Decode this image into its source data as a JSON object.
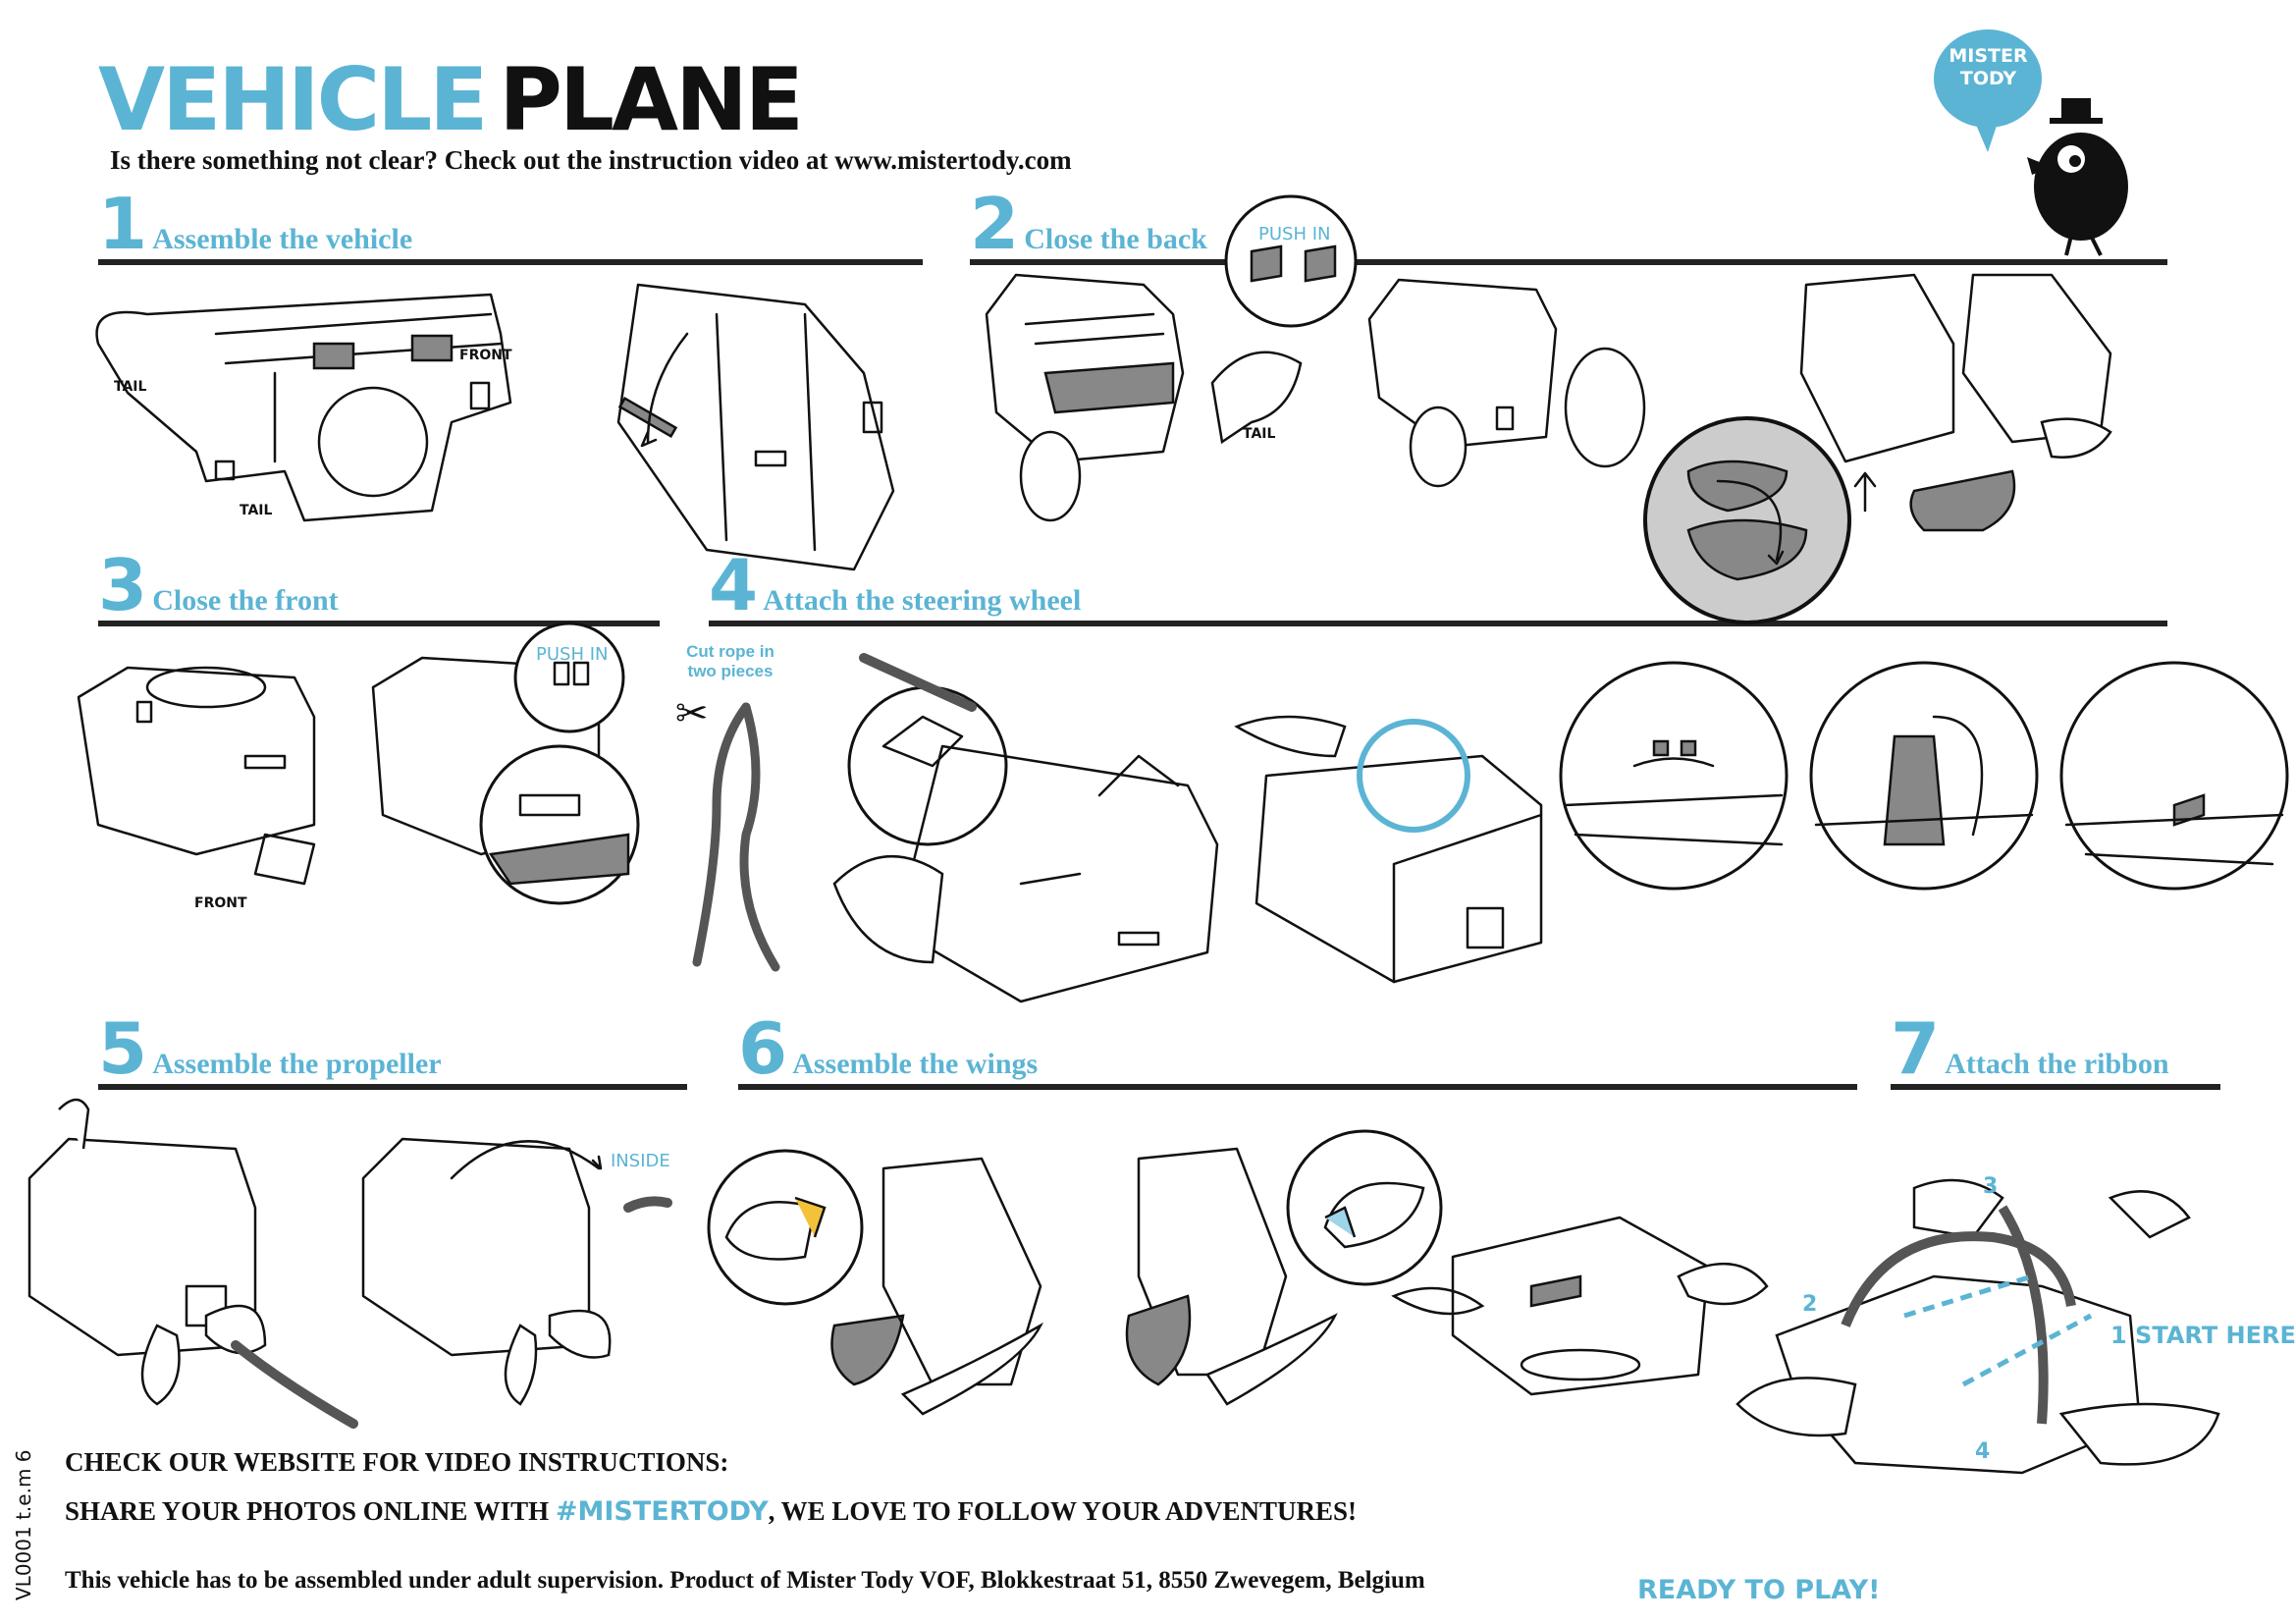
{
  "header": {
    "title_part1": "VEHICLE",
    "title_part2": "PLANE",
    "subtitle": "Is there something not clear? Check out the instruction video at www.mistertody.com"
  },
  "logo": {
    "bubble_line1": "MISTER",
    "bubble_line2": "TODY"
  },
  "steps": [
    {
      "number": "1",
      "title": "Assemble the vehicle"
    },
    {
      "number": "2",
      "title": "Close the back"
    },
    {
      "number": "3",
      "title": "Close the front"
    },
    {
      "number": "4",
      "title": "Attach the steering wheel"
    },
    {
      "number": "5",
      "title": "Assemble the propeller"
    },
    {
      "number": "6",
      "title": "Assemble the wings"
    },
    {
      "number": "7",
      "title": "Attach the ribbon"
    }
  ],
  "labels": {
    "tail": "TAIL",
    "front": "FRONT",
    "push_in": "PUSH IN",
    "cut_rope_line1": "Cut rope in",
    "cut_rope_line2": "two pieces",
    "inside": "INSIDE",
    "start_here": "1  START HERE",
    "n2": "2",
    "n3": "3",
    "n4": "4",
    "ready": "READY TO PLAY!"
  },
  "footer": {
    "line1": "CHECK OUR WEBSITE FOR VIDEO INSTRUCTIONS:",
    "line2_pre": "SHARE YOUR PHOTOS ONLINE WITH ",
    "line2_hashtag": "#MISTERTODY",
    "line2_post": ", WE LOVE TO FOLLOW YOUR ADVENTURES!",
    "line3": "This vehicle has to be assembled under adult supervision. Product of Mister Tody VOF, Blokkestraat 51, 8550 Zwevegem, Belgium",
    "code": "VL0001 t.e.m 6"
  },
  "colors": {
    "accent": "#5bb4d4",
    "ink": "#111111",
    "shade": "#888888"
  }
}
